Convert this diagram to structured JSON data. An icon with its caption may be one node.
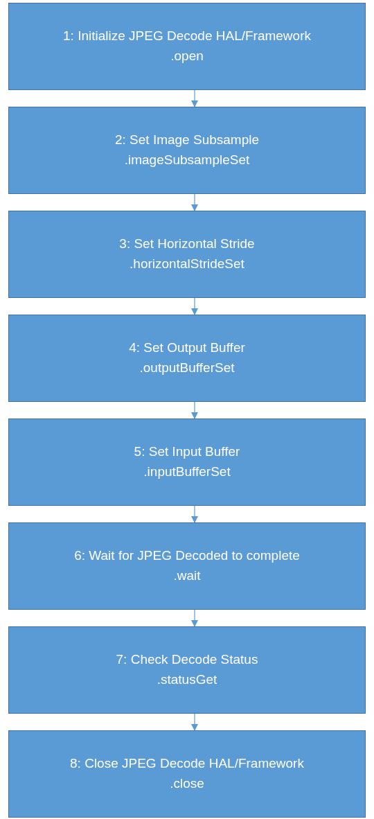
{
  "diagram": {
    "nodes": [
      {
        "text": [
          "1: Initialize JPEG Decode HAL/Framework",
          ".open"
        ]
      },
      {
        "text": [
          "2: Set Image Subsample",
          ".imageSubsampleSet"
        ]
      },
      {
        "text": [
          "3: Set Horizontal Stride",
          ".horizontalStrideSet"
        ]
      },
      {
        "text": [
          "4: Set Output Buffer",
          ".outputBufferSet"
        ]
      },
      {
        "text": [
          "5: Set Input Buffer",
          ".inputBufferSet"
        ]
      },
      {
        "text": [
          "6: Wait for JPEG Decoded to complete",
          ".wait"
        ]
      },
      {
        "text": [
          "7: Check Decode Status",
          ".statusGet"
        ]
      },
      {
        "text": [
          "8: Close JPEG Decode HAL/Framework",
          ".close"
        ]
      }
    ],
    "edges": [
      {
        "from": 0,
        "to": 1,
        "arrow": "to"
      },
      {
        "from": 1,
        "to": 2,
        "arrow": "to"
      },
      {
        "from": 2,
        "to": 3,
        "arrow": "to"
      },
      {
        "from": 3,
        "to": 4,
        "arrow": "to"
      },
      {
        "from": 4,
        "to": 5,
        "arrow": "to"
      },
      {
        "from": 5,
        "to": 6,
        "arrow": "to"
      },
      {
        "from": 6,
        "to": 7,
        "arrow": "to"
      }
    ]
  }
}
